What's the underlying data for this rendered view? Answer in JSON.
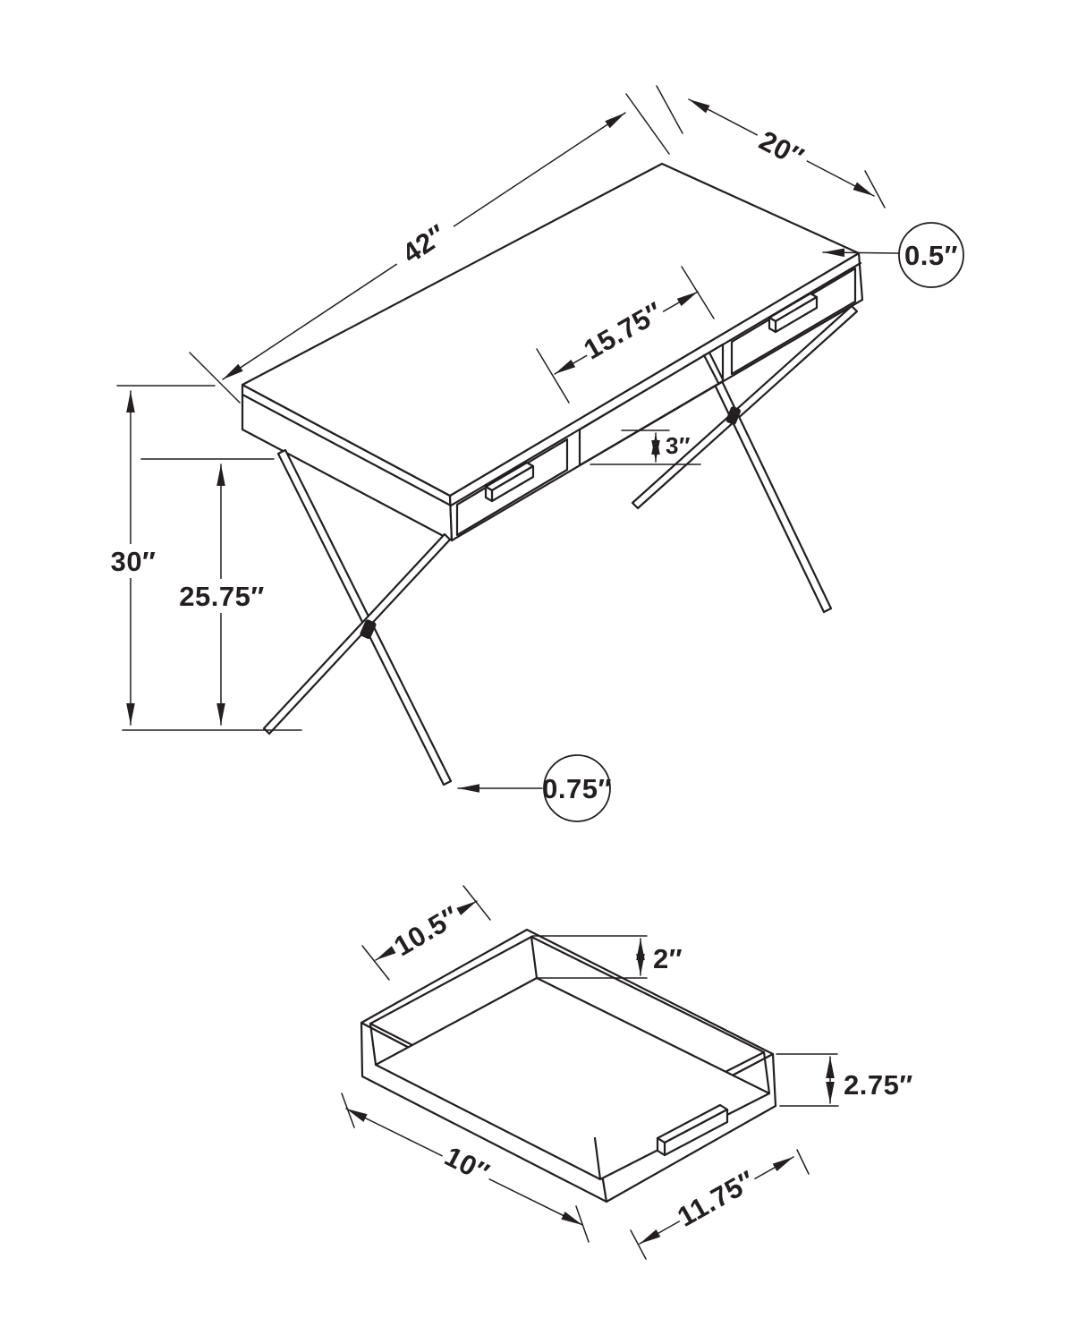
{
  "drawing": {
    "description": "Technical line drawing of a computer desk with X-shaped metal legs and two drawers, shown with an exploded drawer detail below",
    "line_color": "#231f20",
    "desk_view": {
      "length": "42″",
      "depth": "20″",
      "top_thickness": "0.5″",
      "opening_width": "15.75″",
      "opening_height": "3″",
      "overall_height": "30″",
      "underside_clearance": "25.75″",
      "leg_tube": "0.75″"
    },
    "drawer_view": {
      "interior_length": "10.5″",
      "interior_depth": "2″",
      "drawer_height": "2.75″",
      "side_length": "10″",
      "front_width": "11.75″"
    }
  }
}
